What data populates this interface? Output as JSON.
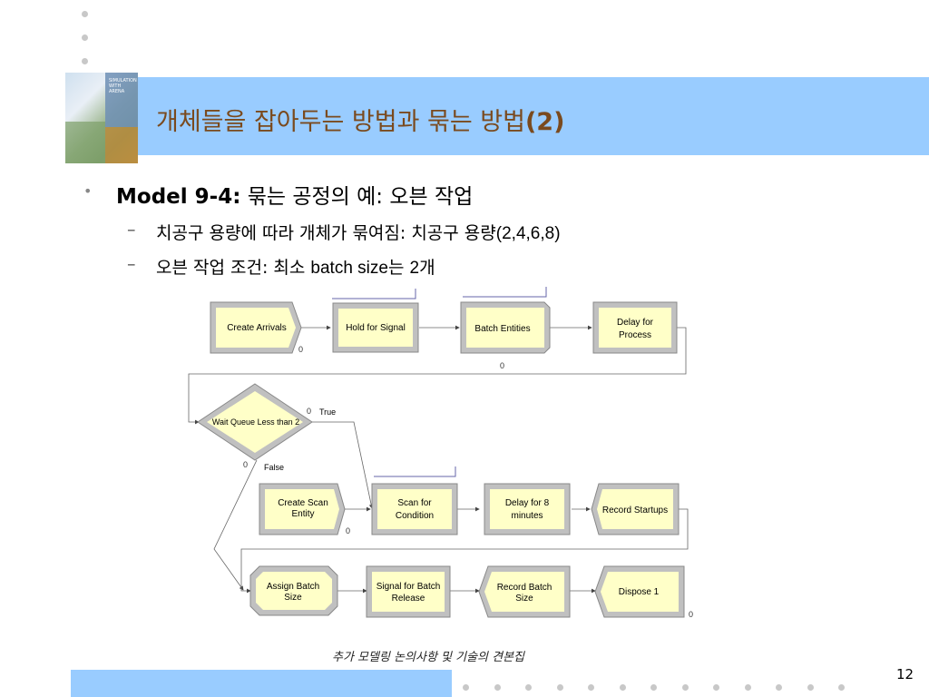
{
  "slide": {
    "title_main": "개체들을  잡아두는 방법과 묶는 방법",
    "title_suffix": "(2)",
    "bullet1_bold": "Model 9-4:",
    "bullet1_rest": " 묶는 공정의 예: 오븐 작업",
    "sub1_a": "치공구 용량에 따라 개체가 묶여짐: 치공구 용량",
    "sub1_b": "(2,4,6,8)",
    "sub2_a": "오븐 작업 조건: 최소 ",
    "sub2_b": "batch size",
    "sub2_c": "는 ",
    "sub2_d": "2",
    "sub2_e": "개",
    "dash": "–",
    "bullet_mark": "•",
    "caption": "추가 모델링 논의사항 및 기술의 견본집",
    "page_number": "12",
    "book_cover_text": "SIMULATION WITH ARENA"
  },
  "diagram": {
    "nodes": [
      {
        "id": "create-arrivals",
        "label1": "Create Arrivals",
        "label2": ""
      },
      {
        "id": "hold-for-signal",
        "label1": "Hold for Signal",
        "label2": ""
      },
      {
        "id": "batch-entities",
        "label1": "Batch Entities",
        "label2": ""
      },
      {
        "id": "delay-for-process",
        "label1": "Delay for",
        "label2": "Process"
      },
      {
        "id": "wait-queue-decision",
        "label1": "Wait Queue Less than 2",
        "label2": ""
      },
      {
        "id": "create-scan-entity",
        "label1": "Create Scan",
        "label2": "Entity"
      },
      {
        "id": "scan-for-condition",
        "label1": "Scan for",
        "label2": "Condition"
      },
      {
        "id": "delay-for-8-minutes",
        "label1": "Delay for 8",
        "label2": "minutes"
      },
      {
        "id": "record-startups",
        "label1": "Record Startups",
        "label2": ""
      },
      {
        "id": "assign-batch-size",
        "label1": "Assign Batch",
        "label2": "Size"
      },
      {
        "id": "signal-for-batch-release",
        "label1": "Signal for Batch",
        "label2": "Release"
      },
      {
        "id": "record-batch-size",
        "label1": "Record Batch",
        "label2": "Size"
      },
      {
        "id": "dispose-1",
        "label1": "Dispose 1",
        "label2": ""
      }
    ],
    "branch_true": "True",
    "branch_false": "False",
    "counter_value": "0"
  }
}
